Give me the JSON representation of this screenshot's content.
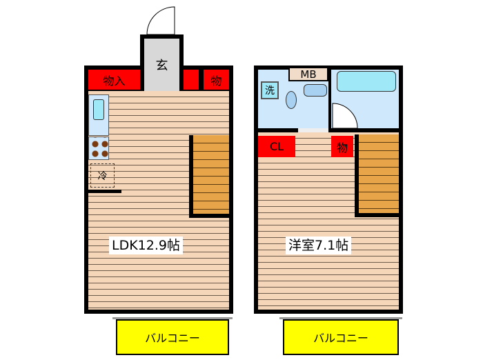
{
  "floors": [
    {
      "room_label": "LDK12.9帖",
      "entrance": "玄",
      "storage_large": "物入",
      "storage_small": "物",
      "fridge": "冷",
      "balcony": "バルコニー"
    },
    {
      "room_label": "洋室7.1帖",
      "meter_box": "MB",
      "washer": "洗",
      "closet": "CL",
      "storage": "物",
      "balcony": "バルコニー"
    }
  ],
  "colors": {
    "storage": "#ff0000",
    "floor": "#f5d6b8",
    "stairs": "#e8a448",
    "balcony": "#ffff00",
    "wet_area": "#cfe8fb"
  }
}
